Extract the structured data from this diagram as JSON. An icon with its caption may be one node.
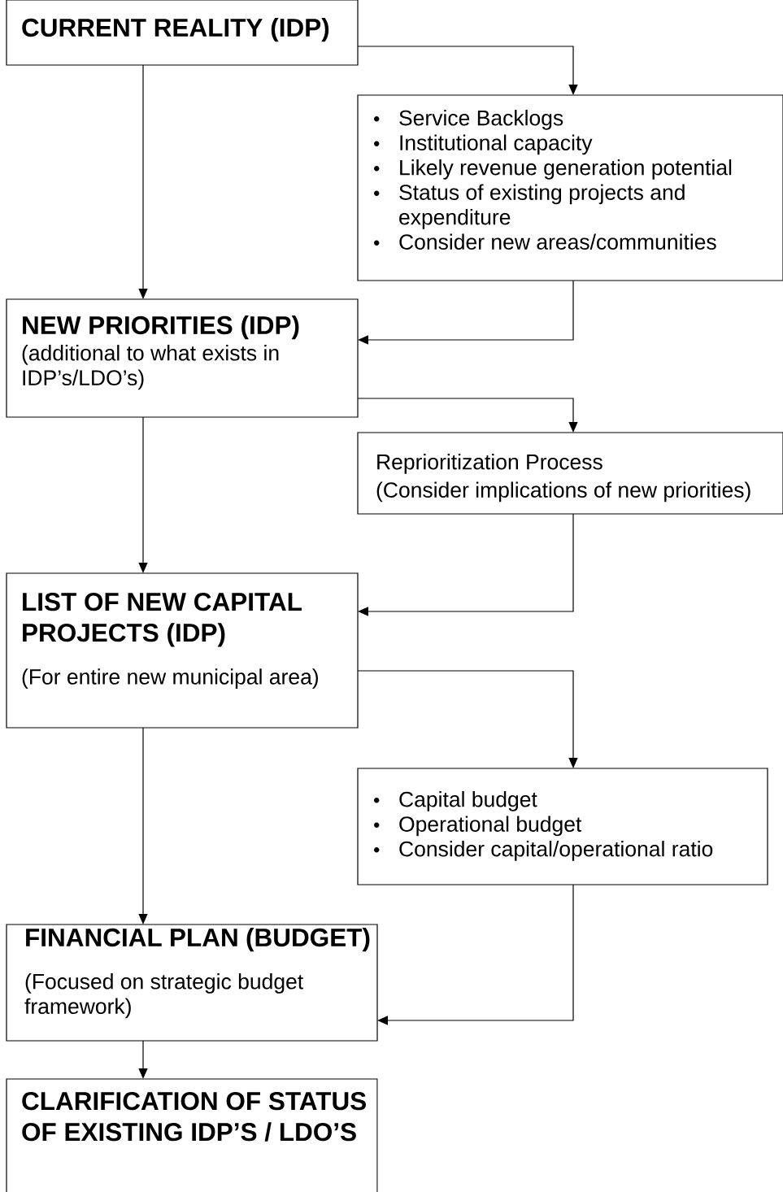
{
  "diagram": {
    "nodes": [
      {
        "text": [
          "CURRENT REALITY (IDP)"
        ]
      },
      {
        "text": [
          "Service Backlogs",
          "Institutional capacity",
          "Likely revenue generation potential",
          "Status of existing projects and expenditure",
          "Consider new areas/communities"
        ]
      },
      {
        "text": [
          "NEW PRIORITIES (IDP)",
          "(additional to what exists in IDP’s/LDO’s)"
        ]
      },
      {
        "text": [
          "Reprioritization Process",
          "(Consider implications of new priorities)"
        ]
      },
      {
        "text": [
          "LIST OF NEW CAPITAL PROJECTS (IDP)",
          "(For entire new municipal area)"
        ]
      },
      {
        "text": [
          "Capital budget",
          "Operational budget",
          "Consider capital/operational ratio"
        ]
      },
      {
        "text": [
          "FINANCIAL PLAN (BUDGET)",
          "(Focused on strategic budget framework)"
        ]
      },
      {
        "text": [
          "CLARIFICATION OF STATUS OF EXISTING IDP’S / LDO’S"
        ]
      }
    ],
    "edges": [
      {
        "from": 0,
        "to": 1,
        "arrow": "to"
      },
      {
        "from": 0,
        "to": 2,
        "arrow": "to"
      },
      {
        "from": 1,
        "to": 2,
        "arrow": "to"
      },
      {
        "from": 2,
        "to": 3,
        "arrow": "to"
      },
      {
        "from": 2,
        "to": 4,
        "arrow": "to"
      },
      {
        "from": 3,
        "to": 4,
        "arrow": "to"
      },
      {
        "from": 4,
        "to": 5,
        "arrow": "to"
      },
      {
        "from": 4,
        "to": 6,
        "arrow": "to"
      },
      {
        "from": 5,
        "to": 6,
        "arrow": "to"
      },
      {
        "from": 6,
        "to": 7,
        "arrow": "to"
      }
    ]
  }
}
